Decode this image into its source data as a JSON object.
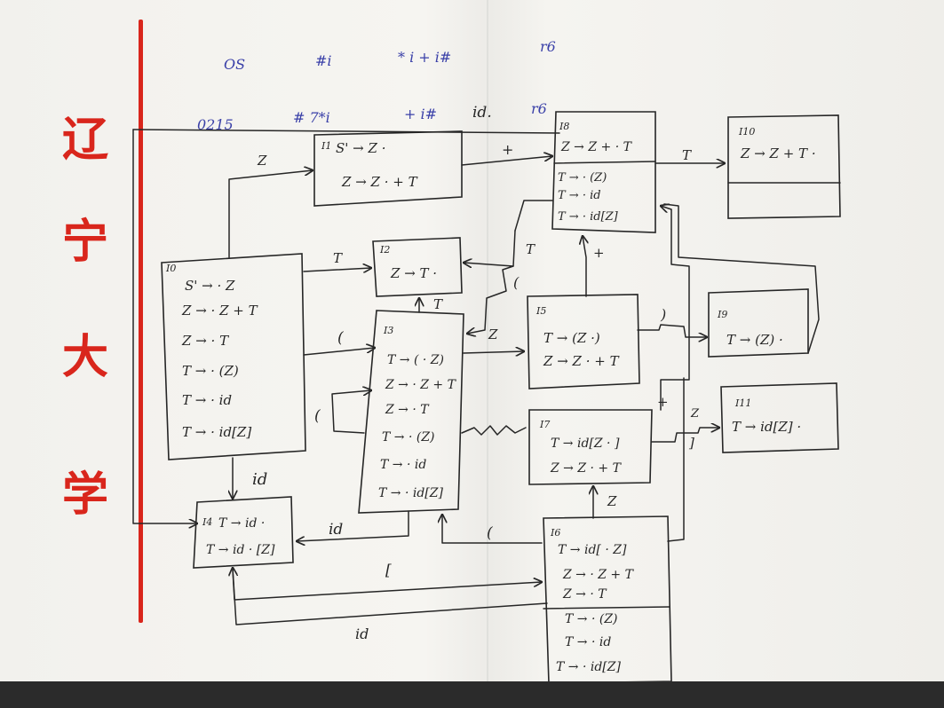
{
  "header_notes": {
    "row1": [
      "OS",
      "#i",
      "* i + i#",
      "r6"
    ],
    "row2": [
      "0215",
      "# 7*i",
      "+ i#",
      "id.",
      "r6"
    ]
  },
  "margin_stamp": [
    "辽",
    "宁",
    "大",
    "学"
  ],
  "states": {
    "i0": {
      "label": "I0",
      "items": [
        "S' → · Z",
        "Z → · Z + T",
        "Z → · T",
        "T → · (Z)",
        "T → · id",
        "T → · id[Z]"
      ]
    },
    "i1": {
      "label": "I1",
      "items": [
        "S' → Z ·",
        "Z → Z · + T"
      ]
    },
    "i2": {
      "label": "I2",
      "items": [
        "Z → T ·"
      ]
    },
    "i3": {
      "label": "I3",
      "items": [
        "T → ( · Z)",
        "Z → · Z + T",
        "Z → · T",
        "T → · (Z)",
        "T → · id",
        "T → · id[Z]"
      ]
    },
    "i4": {
      "label": "I4",
      "items": [
        "T → id ·",
        "T → id · [Z]"
      ]
    },
    "i5": {
      "label": "I5",
      "items": [
        "T → (Z ·)",
        "Z → Z · + T"
      ]
    },
    "i6": {
      "label": "I6",
      "items": [
        "T → id[ · Z]",
        "Z → · Z + T",
        "Z → · T",
        "T → · (Z)",
        "T → · id",
        "T → · id[Z]"
      ]
    },
    "i7": {
      "label": "I7",
      "items": [
        "T → id[Z · ]",
        "Z → Z · + T"
      ]
    },
    "i8": {
      "label": "I8",
      "items": [
        "Z → Z + · T",
        "T → · (Z)",
        "T → · id",
        "T → · id[Z]"
      ]
    },
    "i9": {
      "label": "I9",
      "items": [
        "T → (Z) ·"
      ]
    },
    "i10": {
      "label": "I10",
      "items": [
        "Z → Z + T ·"
      ]
    },
    "i11": {
      "label": "I11",
      "items": [
        "T → id[Z] ·"
      ]
    }
  },
  "edge_labels": {
    "z_0_1": "Z",
    "t_0_2": "T",
    "lp_0_3": "(",
    "id_0_4": "id",
    "plus_1_8": "+",
    "t_8_10": "T",
    "t_3_2": "T",
    "lp_3_3": "(",
    "z_3_5": "Z",
    "id_3_4": "id",
    "rp_5_9": ")",
    "plus_5_8": "+",
    "lb_4_6": "[",
    "z_6_7": "Z",
    "lp_6_3": "(",
    "id_6_4": "id",
    "rb_7_11": "]",
    "plus_7_8": "+",
    "t_6_2": "T",
    "lp_8_3": "(",
    "z_small": "Z",
    "t_top": "T"
  }
}
